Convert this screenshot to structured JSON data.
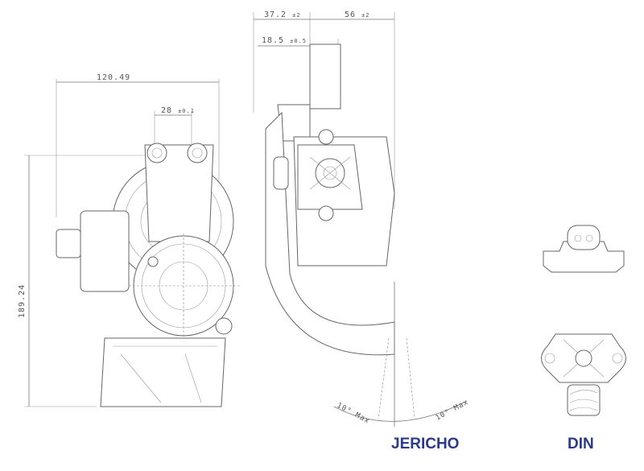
{
  "dimensions": {
    "overall_width": "120.49",
    "port_spacing": "28",
    "port_spacing_tol": "±0.1",
    "overall_height": "189.24",
    "offset_a": "37.2",
    "offset_a_tol": "±2",
    "offset_b": "56",
    "offset_b_tol": "±2",
    "offset_c": "18.5",
    "offset_c_tol": "±0.5",
    "angle_left": "10° Max",
    "angle_right": "10° Max"
  },
  "labels": {
    "jericho": "JERICHO",
    "din": "DIN"
  },
  "colors": {
    "label": "#2b3a8a",
    "line": "#666666"
  }
}
